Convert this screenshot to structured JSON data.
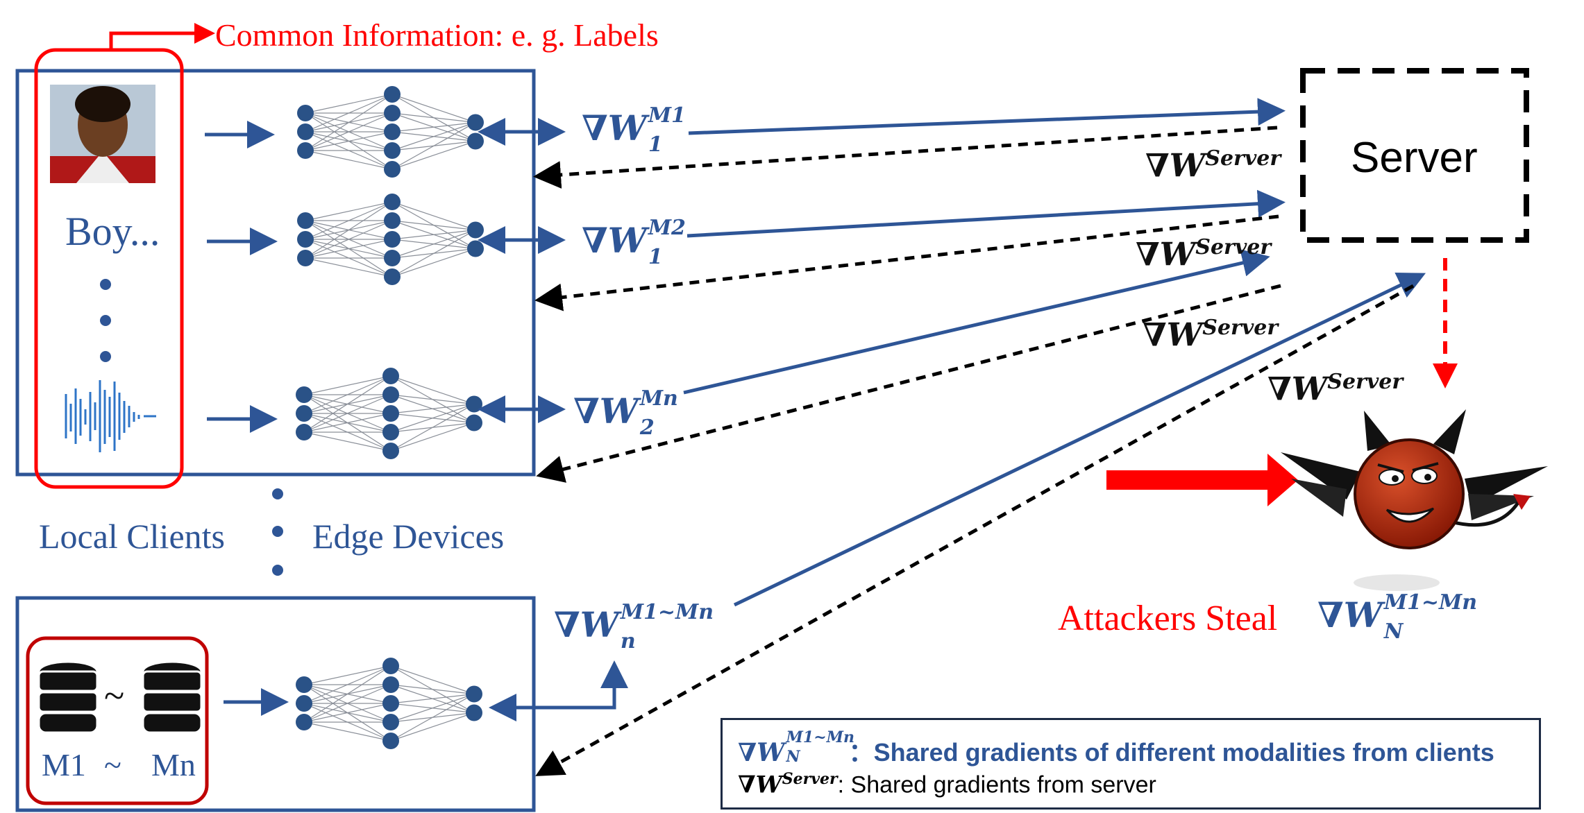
{
  "header": {
    "common_info": "Common Information: e. g. Labels"
  },
  "clients": {
    "boy_text": "Boy...",
    "local_clients": "Local Clients",
    "edge_devices": "Edge Devices",
    "storage_m1": "M1",
    "storage_tilde": "~",
    "storage_mn": "Mn",
    "storage_sep": "~"
  },
  "gradients": {
    "nabla_w": "∇W",
    "row1": {
      "sub": "1",
      "sup": "M1"
    },
    "row2": {
      "sub": "1",
      "sup": "M2"
    },
    "row3": {
      "sub": "2",
      "sup": "Mn"
    },
    "row4": {
      "sub": "n",
      "sup": "M1~Mn"
    },
    "server_sup": "Server"
  },
  "server": {
    "label": "Server"
  },
  "attack": {
    "text": "Attackers Steal",
    "grad_sub": "N",
    "grad_sup": "M1~Mn"
  },
  "legend": {
    "line1_sub": "N",
    "line1_sup": "M1~Mn",
    "line1_colon": "：",
    "line1_text": "Shared gradients of different modalities from clients",
    "line2_sup": "Server",
    "line2_text": ": Shared gradients from server"
  },
  "colors": {
    "blue": "#2e5596",
    "red": "#ff0000",
    "black": "#000000"
  }
}
